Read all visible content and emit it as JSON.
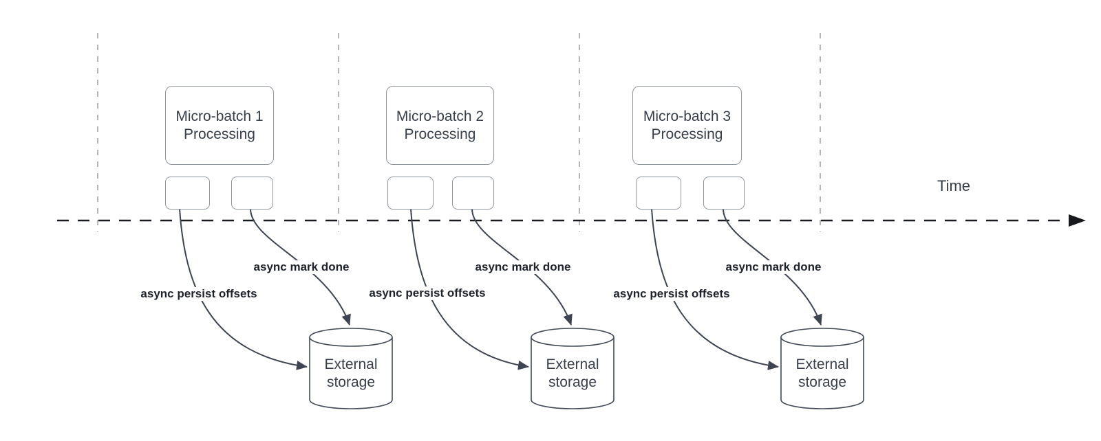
{
  "colors": {
    "line": "#3e4451",
    "axis": "#17191d",
    "guide": "#b6b6b6",
    "border": "#8f959c",
    "cylinder": "#434a56",
    "text": "#373e49",
    "label": "#1d222b",
    "bg": "#ffffff"
  },
  "time_axis": {
    "label": "Time"
  },
  "groups": [
    {
      "box_lines": [
        "Micro-batch 1",
        "Processing"
      ],
      "persist_label": "async persist offsets",
      "done_label": "async mark done",
      "storage_lines": [
        "External",
        "storage"
      ]
    },
    {
      "box_lines": [
        "Micro-batch 2",
        "Processing"
      ],
      "persist_label": "async persist offsets",
      "done_label": "async mark done",
      "storage_lines": [
        "External",
        "storage"
      ]
    },
    {
      "box_lines": [
        "Micro-batch 3",
        "Processing"
      ],
      "persist_label": "async persist offsets",
      "done_label": "async mark done",
      "storage_lines": [
        "External",
        "storage"
      ]
    }
  ]
}
